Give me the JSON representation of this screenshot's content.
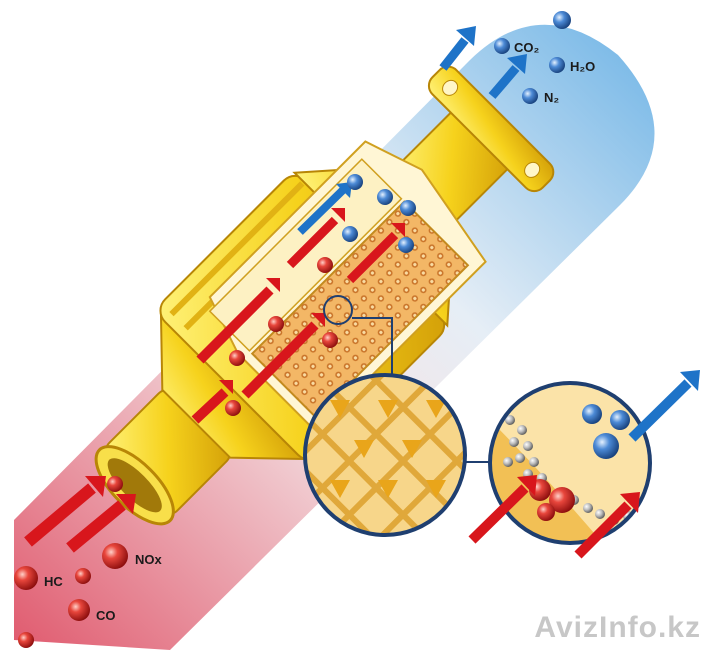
{
  "diagram": {
    "inputs": {
      "hc_label": "HC",
      "co_label": "CO",
      "nox_label": "NOx"
    },
    "outputs": {
      "co2_label": "CO₂",
      "h2o_label": "H₂O",
      "n2_label": "N₂"
    }
  },
  "watermark": "AvizInfo.kz",
  "colors": {
    "inlet_stream": "#e05a6e",
    "outlet_stream": "#6fb4e6",
    "housing": "#f6d21c",
    "housing_shadow": "#d8a90b",
    "inlet_arrow": "#d8161c",
    "outlet_arrow": "#1e73c8",
    "pollutant_molecule": "#d9251c",
    "clean_molecule": "#2f6fbf"
  },
  "icons": {
    "red_molecule": "pollutant-molecule-icon",
    "blue_molecule": "clean-molecule-icon",
    "red_arrow": "inflow-arrow-icon",
    "blue_arrow": "outflow-arrow-icon"
  }
}
